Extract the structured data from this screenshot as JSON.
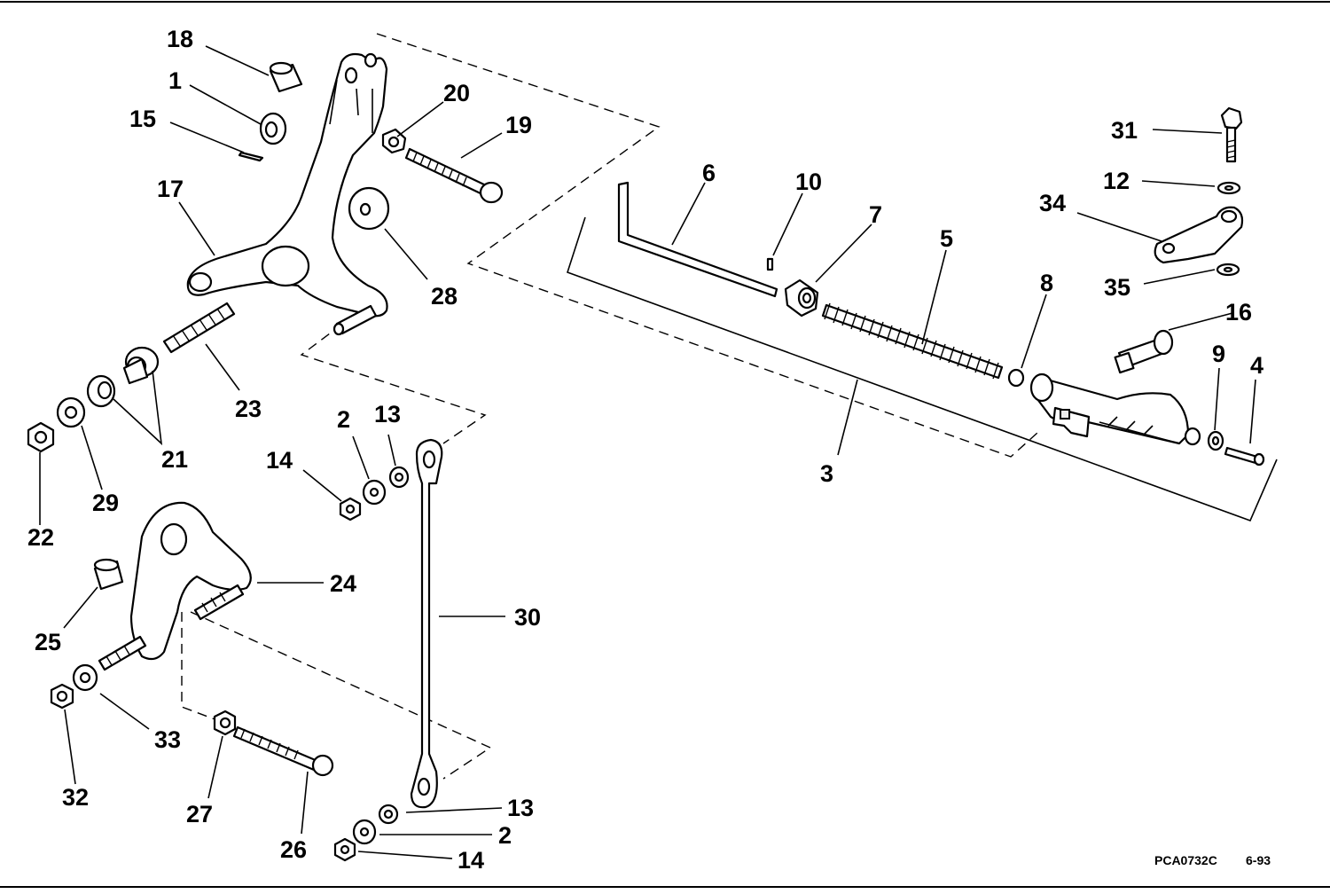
{
  "callouts": [
    {
      "id": "c18",
      "text": "18"
    },
    {
      "id": "c1",
      "text": "1"
    },
    {
      "id": "c15",
      "text": "15"
    },
    {
      "id": "c17",
      "text": "17"
    },
    {
      "id": "c20",
      "text": "20"
    },
    {
      "id": "c19",
      "text": "19"
    },
    {
      "id": "c28",
      "text": "28"
    },
    {
      "id": "c23",
      "text": "23"
    },
    {
      "id": "c21",
      "text": "21"
    },
    {
      "id": "c22",
      "text": "22"
    },
    {
      "id": "c29",
      "text": "29"
    },
    {
      "id": "c2a",
      "text": "2"
    },
    {
      "id": "c13a",
      "text": "13"
    },
    {
      "id": "c14a",
      "text": "14"
    },
    {
      "id": "c24",
      "text": "24"
    },
    {
      "id": "c25",
      "text": "25"
    },
    {
      "id": "c30",
      "text": "30"
    },
    {
      "id": "c33",
      "text": "33"
    },
    {
      "id": "c32",
      "text": "32"
    },
    {
      "id": "c27",
      "text": "27"
    },
    {
      "id": "c26",
      "text": "26"
    },
    {
      "id": "c13b",
      "text": "13"
    },
    {
      "id": "c2b",
      "text": "2"
    },
    {
      "id": "c14b",
      "text": "14"
    },
    {
      "id": "c6",
      "text": "6"
    },
    {
      "id": "c10",
      "text": "10"
    },
    {
      "id": "c7",
      "text": "7"
    },
    {
      "id": "c5",
      "text": "5"
    },
    {
      "id": "c8",
      "text": "8"
    },
    {
      "id": "c3",
      "text": "3"
    },
    {
      "id": "c31",
      "text": "31"
    },
    {
      "id": "c12",
      "text": "12"
    },
    {
      "id": "c34",
      "text": "34"
    },
    {
      "id": "c35",
      "text": "35"
    },
    {
      "id": "c16",
      "text": "16"
    },
    {
      "id": "c9",
      "text": "9"
    },
    {
      "id": "c4",
      "text": "4"
    }
  ],
  "footer": {
    "drawing_code": "PCA0732C",
    "date_code": "6-93"
  }
}
